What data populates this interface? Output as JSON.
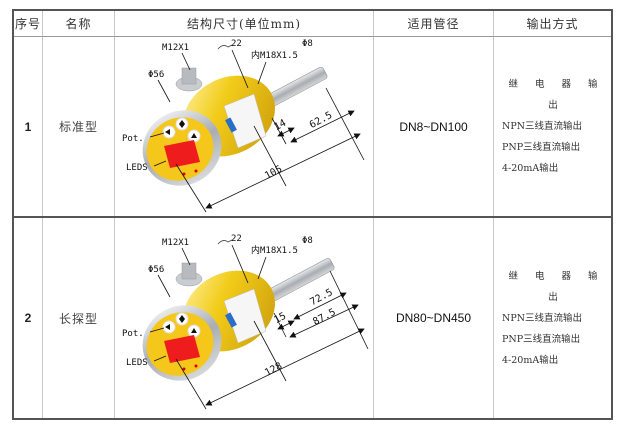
{
  "table": {
    "headers": {
      "index": "序号",
      "name": "名称",
      "dimensions": "结构尺寸(单位mm)",
      "pipe": "适用管径",
      "output": "输出方式"
    },
    "rows": [
      {
        "index": "1",
        "name": "标准型",
        "pipe": "DN8~DN100",
        "drawing": {
          "connector": "M12X1",
          "wrench": "22",
          "thread": "内M18X1.5",
          "probe_dia": "Φ8",
          "body_dia": "Φ56",
          "pot": "Pot.",
          "leds": "LEDS",
          "dim_a": "14",
          "dim_b": "62.5",
          "dim_total": "105"
        },
        "outputs": [
          "继 电 器 输 出",
          "NPN三线直流输出",
          "PNP三线直流输出",
          "4-20mA输出"
        ]
      },
      {
        "index": "2",
        "name": "长探型",
        "pipe": "DN80~DN450",
        "drawing": {
          "connector": "M12X1",
          "wrench": "22",
          "thread": "内M18X1.5",
          "probe_dia": "Φ8",
          "body_dia": "Φ56",
          "pot": "Pot.",
          "leds": "LEDS",
          "dim_a": "15",
          "dim_b": "72.5",
          "dim_c": "87.5",
          "dim_total": "128"
        },
        "outputs": [
          "继 电 器 输 出",
          "NPN三线直流输出",
          "PNP三线直流输出",
          "4-20mA输出"
        ]
      }
    ]
  },
  "colors": {
    "border": "#555555",
    "grid": "#c8c8c8",
    "body_yellow": "#f2cc1a",
    "display_red": "#ee1c1c",
    "steel": "#b9bcc0"
  }
}
